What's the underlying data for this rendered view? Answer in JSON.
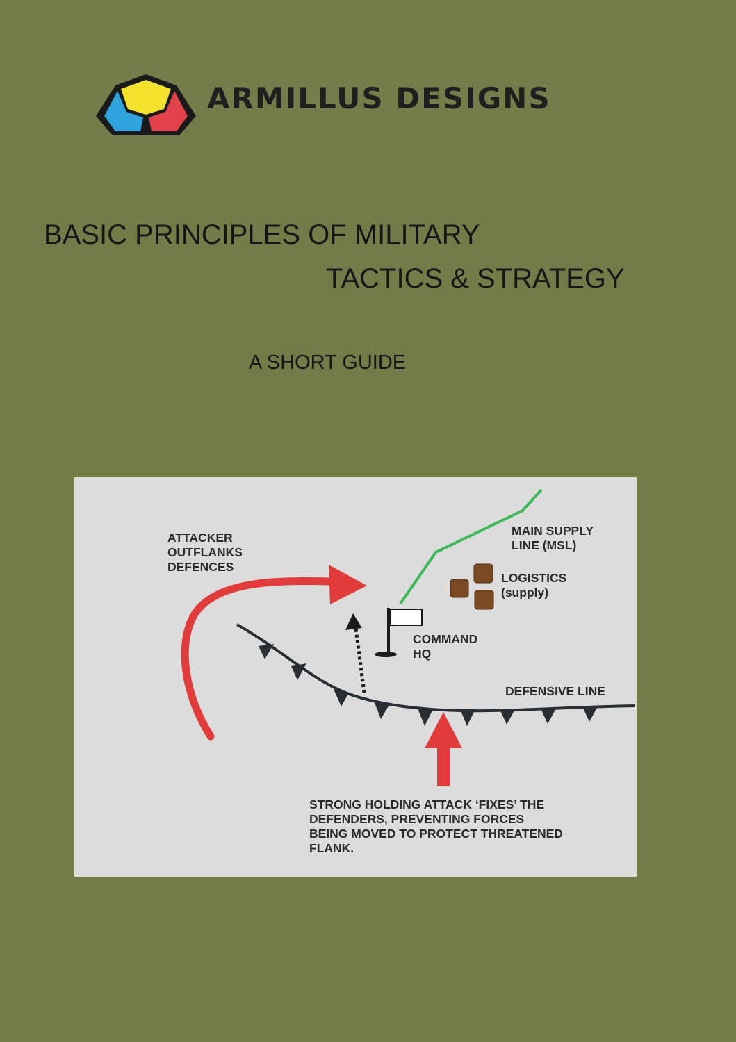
{
  "logo": {
    "brand": "ARMILLUS DESIGNS",
    "colors": {
      "yellow": "#f3e12c",
      "blue": "#2ea3dc",
      "red": "#e0414a",
      "outline": "#1a1a1a"
    }
  },
  "title": {
    "line1": "BASIC PRINCIPLES OF MILITARY",
    "line2": "TACTICS & STRATEGY"
  },
  "subtitle": "A SHORT GUIDE",
  "diagram": {
    "labels": {
      "attacker": "ATTACKER\nOUTFLANKS\nDEFENCES",
      "msl": "MAIN SUPPLY\nLINE (MSL)",
      "logistics": "LOGISTICS\n(supply)",
      "hq": "COMMAND\nHQ",
      "defensive_line": "DEFENSIVE LINE",
      "holding": "STRONG HOLDING ATTACK ‘FIXES’ THE\nDEFENDERS, PREVENTING FORCES\nBEING MOVED TO PROTECT THREATENED\nFLANK."
    },
    "icons": [
      "red-flank-arrow-icon",
      "red-holding-arrow-icon",
      "dotted-arrow-icon",
      "flag-icon",
      "barrels-icon",
      "supply-line-icon",
      "defensive-line-icon"
    ],
    "colors": {
      "background": "#dcdcdc",
      "attack": "#e23b3b",
      "supply": "#3fb85a",
      "line": "#2a2f33",
      "barrel": "#7a4a22"
    }
  }
}
